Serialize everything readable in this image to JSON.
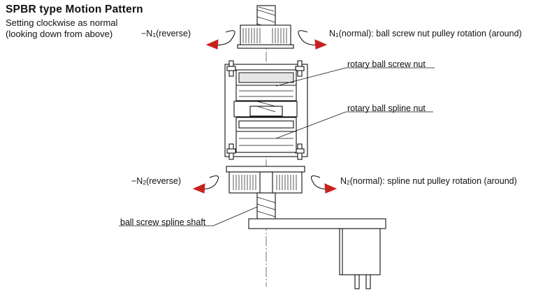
{
  "title": "SPBR type Motion Pattern",
  "subtitle_line1": "Setting clockwise as normal",
  "subtitle_line2": "(looking down from above)",
  "labels": {
    "n1_reverse_prefix": "−N",
    "n1_reverse_sub": "1",
    "n1_reverse_suffix": "(reverse)",
    "n1_normal_prefix": "N",
    "n1_normal_sub": "1",
    "n1_normal_suffix": "(normal): ball screw nut pulley rotation (around)",
    "rotary_ball_screw_nut": "rotary ball screw nut",
    "rotary_ball_spline_nut": "rotary ball spline nut",
    "n2_reverse_prefix": "−N",
    "n2_reverse_sub": "2",
    "n2_reverse_suffix": "(reverse)",
    "n2_normal_prefix": "N",
    "n2_normal_sub": "2",
    "n2_normal_suffix": "(normal): spline nut pulley rotation (around)",
    "ball_screw_spline_shaft": "ball screw spline shaft"
  },
  "colors": {
    "arrow_head": "#c8211e",
    "line": "#111111"
  }
}
